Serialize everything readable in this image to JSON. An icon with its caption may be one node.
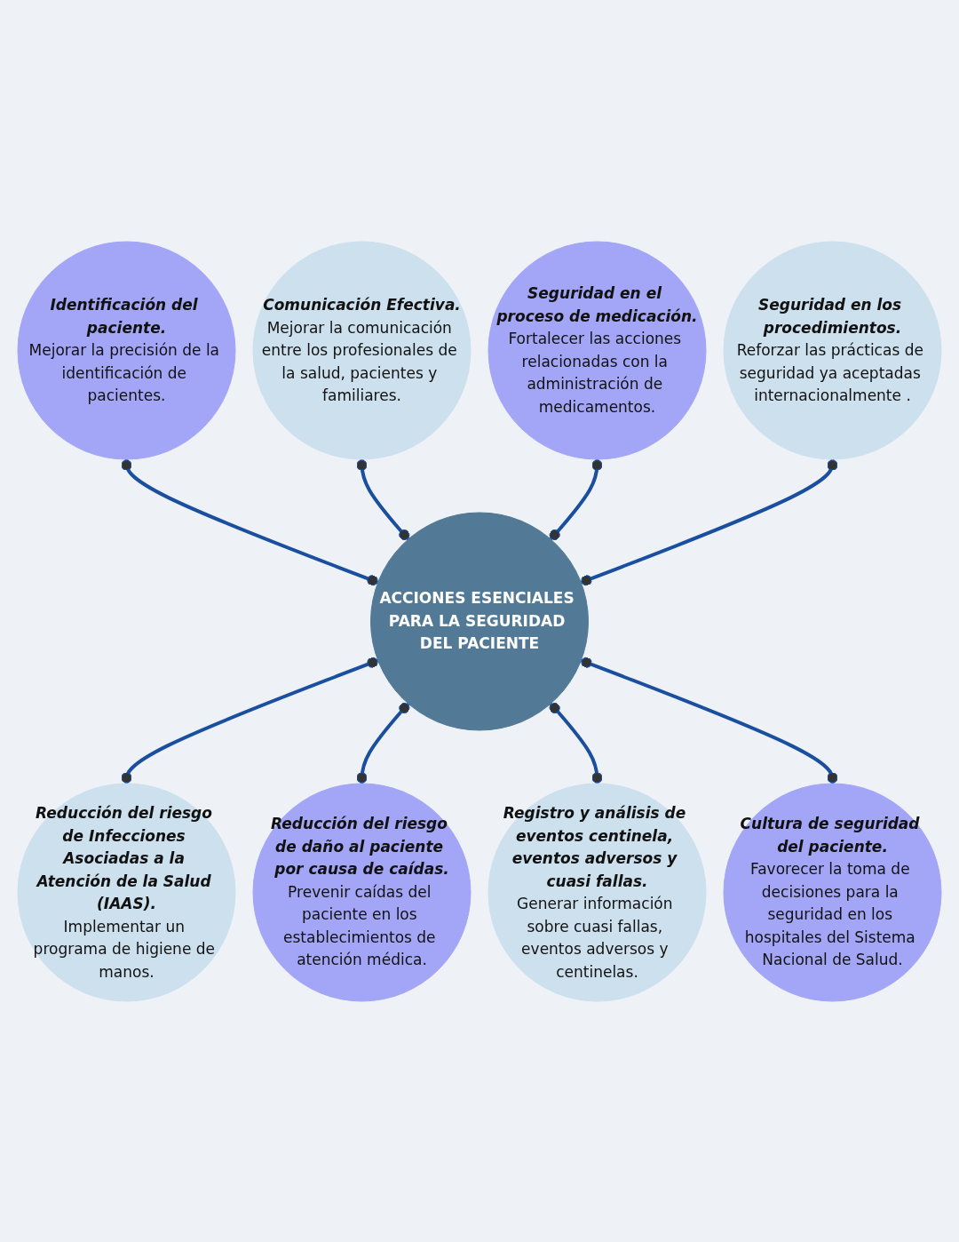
{
  "diagram": {
    "nodes": [
      {
        "text": [
          "Identificación del paciente.",
          "Mejorar la precisión de la identificación de pacientes."
        ]
      },
      {
        "text": [
          "Comunicación Efectiva.",
          "Mejorar la comunicación entre los profesionales de la salud, pacientes y familiares."
        ]
      },
      {
        "text": [
          "Seguridad en el proceso de medicación.",
          "Fortalecer las acciones relacionadas con la administración de medicamentos."
        ]
      },
      {
        "text": [
          "Seguridad en los procedimientos.",
          "Reforzar las prácticas de seguridad ya aceptadas internacionalmente ."
        ]
      },
      {
        "text": [
          "ACCIONES ESENCIALES PARA LA SEGURIDAD DEL PACIENTE"
        ]
      },
      {
        "text": [
          "Reducción del riesgo de Infecciones Asociadas a la Atención de la Salud (IAAS).",
          "Implementar un programa de higiene de manos."
        ]
      },
      {
        "text": [
          "Reducción del riesgo de daño al paciente por causa de caídas.",
          "Prevenir caídas del paciente en los establecimientos de atención médica."
        ]
      },
      {
        "text": [
          "Registro y análisis de eventos centinela, eventos adversos y cuasi fallas.",
          "Generar información sobre cuasi fallas, eventos adversos y centinelas."
        ]
      },
      {
        "text": [
          "Cultura de seguridad del paciente.",
          "Favorecer la toma de decisiones para la seguridad en los hospitales del Sistema Nacional de Salud."
        ]
      }
    ],
    "edges": [
      {
        "from": 0,
        "to": 4,
        "arrow": "other"
      },
      {
        "from": 1,
        "to": 4,
        "arrow": "other"
      },
      {
        "from": 2,
        "to": 4,
        "arrow": "other"
      },
      {
        "from": 3,
        "to": 4,
        "arrow": "other"
      },
      {
        "from": 4,
        "to": 5,
        "arrow": "other"
      },
      {
        "from": 4,
        "to": 6,
        "arrow": "other"
      },
      {
        "from": 4,
        "to": 7,
        "arrow": "other"
      },
      {
        "from": 4,
        "to": 8,
        "arrow": "other"
      }
    ]
  }
}
